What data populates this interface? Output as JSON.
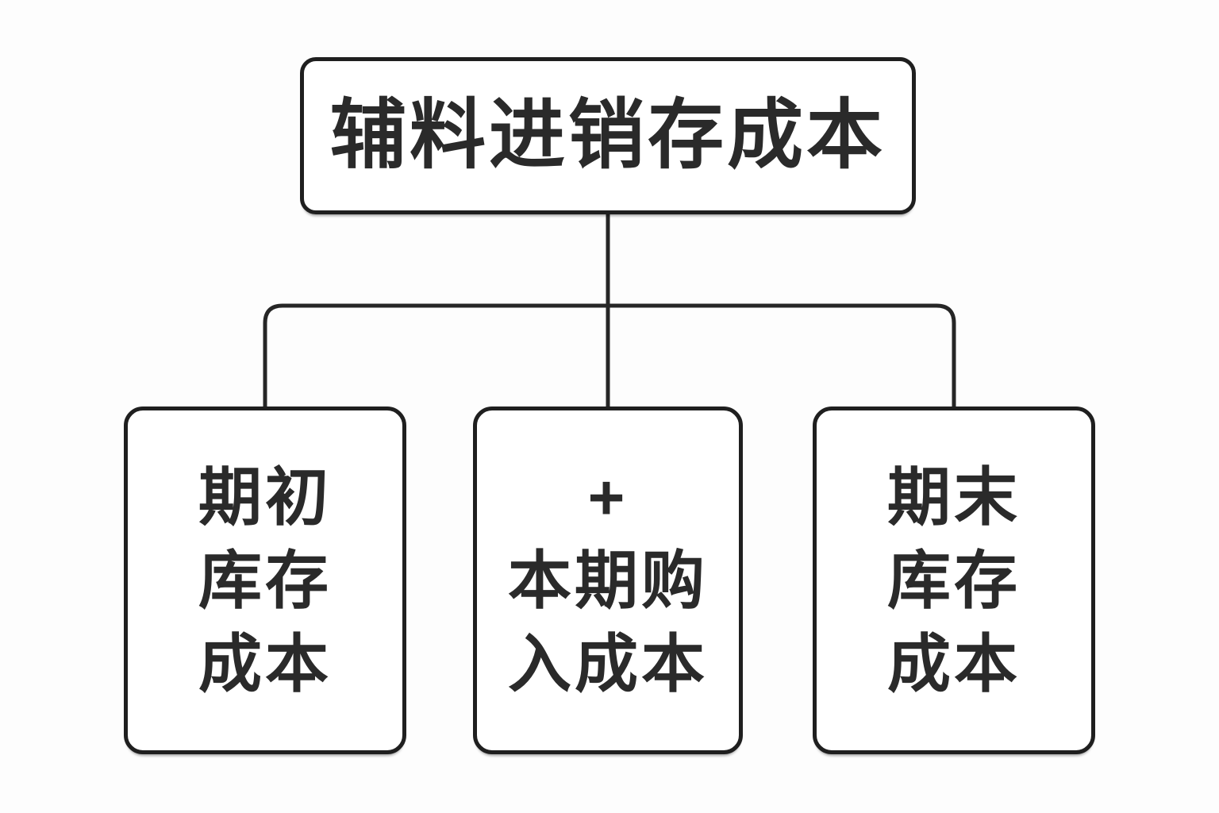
{
  "page": {
    "background": "#fdfdfd"
  },
  "diagram": {
    "type": "tree",
    "colors": {
      "box_border": "#1f1f1f",
      "box_fill": "#ffffff",
      "text": "#2a2a2a",
      "connector": "#262626"
    },
    "root": {
      "label": "辅料进销存成本"
    },
    "children": [
      {
        "label": "期初库存成本",
        "lines": [
          "期初",
          "库存",
          "成本"
        ]
      },
      {
        "label": "+ 本期购入成本",
        "lines": [
          "+",
          "本期购",
          "入成本"
        ]
      },
      {
        "label": "期末库存成本",
        "lines": [
          "期末",
          "库存",
          "成本"
        ]
      }
    ]
  }
}
